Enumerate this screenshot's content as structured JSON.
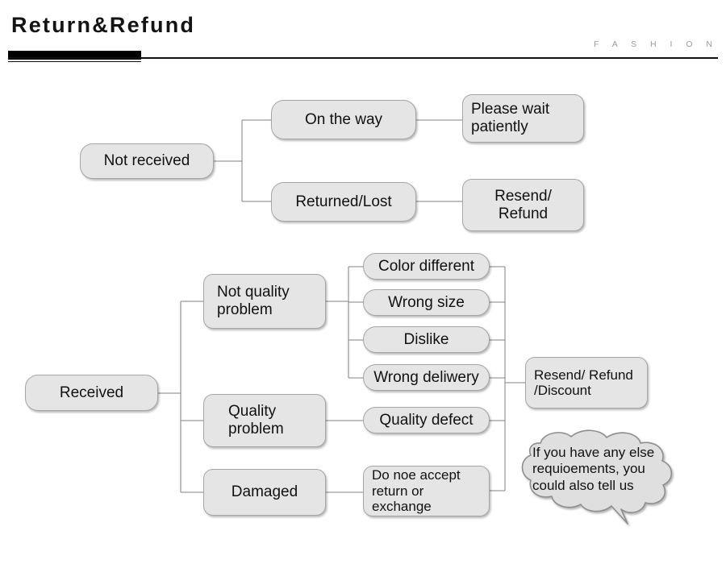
{
  "header": {
    "title": "Return&Refund",
    "brand": "F A S H I O N"
  },
  "flow_not_received": {
    "root": "Not received",
    "branches": [
      {
        "stage": "On the way",
        "outcome": "Please wait\npatiently"
      },
      {
        "stage": "Returned/Lost",
        "outcome": "Resend/\nRefund"
      }
    ]
  },
  "flow_received": {
    "root": "Received",
    "categories": [
      {
        "label": "Not quality\nproblem",
        "reasons": [
          "Color different",
          "Wrong size",
          "Dislike",
          "Wrong deliwery"
        ]
      },
      {
        "label": "Quality\nproblem",
        "reasons": [
          "Quality defect"
        ]
      },
      {
        "label": "Damaged",
        "reasons": [
          "Do noe accept\nreturn or\nexchange"
        ]
      }
    ],
    "outcome": "Resend/ Refund\n/Discount"
  },
  "callout": {
    "text": "If you have any else\nrequioements, you\ncould also tell us"
  },
  "colors": {
    "node_fill": "#e5e5e5",
    "node_border": "#a6a6a6",
    "wire": "#808080",
    "rule": "#111111",
    "brand_text": "#9a9a9a"
  }
}
